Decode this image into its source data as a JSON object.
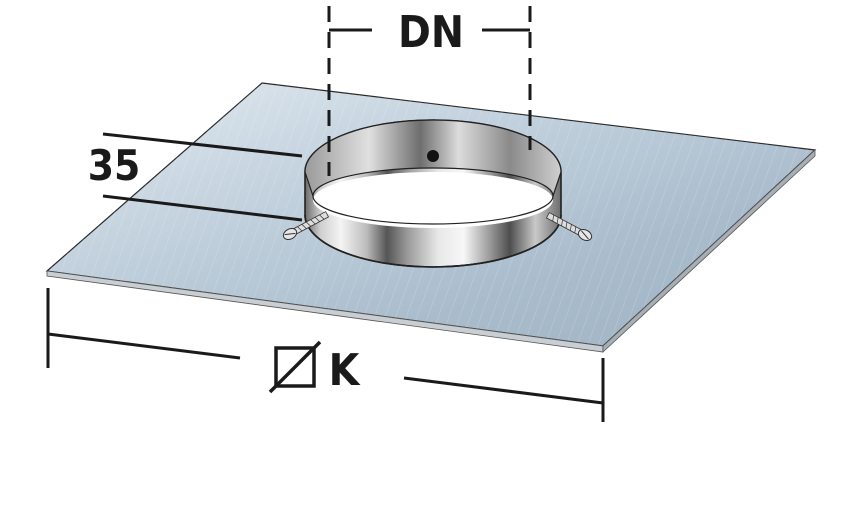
{
  "labels": {
    "dn": "DN",
    "height": "35",
    "k": "K"
  },
  "colors": {
    "plate_fill": "#b7c8d6",
    "plate_edge": "#9aa3aa",
    "ring_dark": "#4a4a4a",
    "ring_light": "#f2f2f2",
    "line": "#1a1a1a"
  },
  "icons": {
    "square_symbol": "square-dimension-icon",
    "screws": "screw-icon"
  }
}
